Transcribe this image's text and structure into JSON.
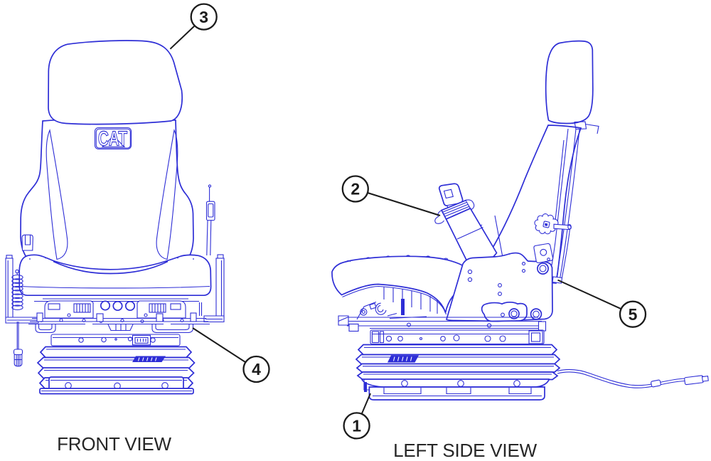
{
  "colors": {
    "line": "#2e2ed6",
    "callout": "#1b1b1b",
    "text": "#262626",
    "background": "#ffffff"
  },
  "labels": {
    "front_view": "FRONT VIEW",
    "side_view": "LEFT SIDE VIEW"
  },
  "logo": {
    "text": "CAT"
  },
  "callouts": {
    "c1": "1",
    "c2": "2",
    "c3": "3",
    "c4": "4",
    "c5": "5"
  }
}
